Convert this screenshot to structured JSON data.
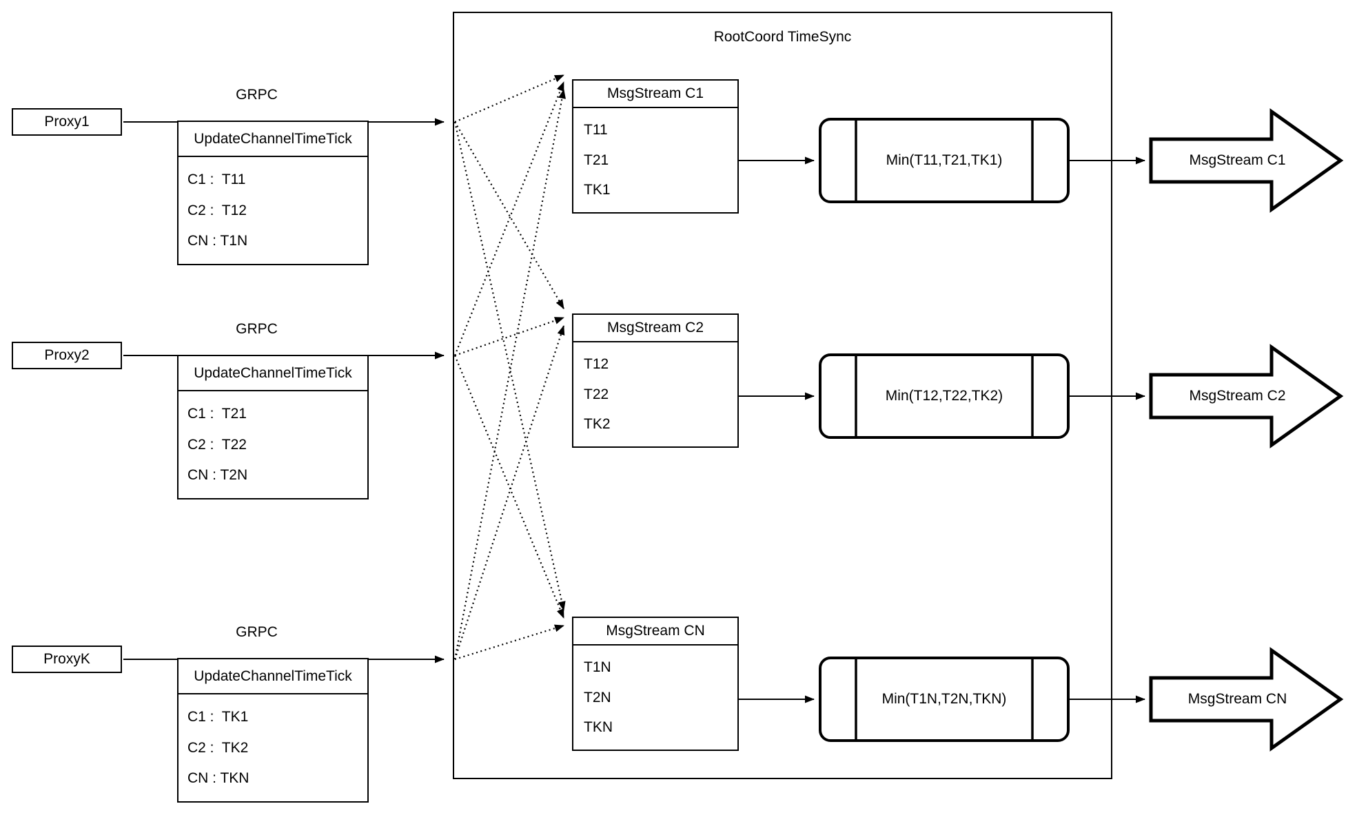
{
  "title": "RootCoord TimeSync",
  "colors": {
    "stroke": "#000000",
    "background": "#ffffff"
  },
  "proxies": [
    {
      "name": "Proxy1",
      "grpc_label": "GRPC",
      "table": {
        "header": "UpdateChannelTimeTick",
        "rows": [
          "C1 :  T11",
          "C2 :  T12",
          "CN : T1N"
        ]
      }
    },
    {
      "name": "Proxy2",
      "grpc_label": "GRPC",
      "table": {
        "header": "UpdateChannelTimeTick",
        "rows": [
          "C1 :  T21",
          "C2 :  T22",
          "CN : T2N"
        ]
      }
    },
    {
      "name": "ProxyK",
      "grpc_label": "GRPC",
      "table": {
        "header": "UpdateChannelTimeTick",
        "rows": [
          "C1 :  TK1",
          "C2 :  TK2",
          "CN : TKN"
        ]
      }
    }
  ],
  "streams": [
    {
      "header": "MsgStream C1",
      "rows": [
        "T11",
        "T21",
        "TK1"
      ],
      "min_label": "Min(T11,T21,TK1)",
      "output_label": "MsgStream C1"
    },
    {
      "header": "MsgStream C2",
      "rows": [
        "T12",
        "T22",
        "TK2"
      ],
      "min_label": "Min(T12,T22,TK2)",
      "output_label": "MsgStream C2"
    },
    {
      "header": "MsgStream CN",
      "rows": [
        "T1N",
        "T2N",
        "TKN"
      ],
      "min_label": "Min(T1N,T2N,TKN)",
      "output_label": "MsgStream CN"
    }
  ]
}
